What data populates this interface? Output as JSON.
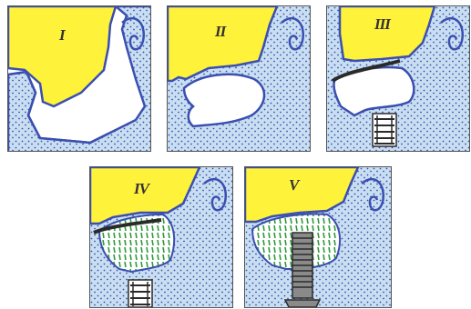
{
  "panels": [
    {
      "label": "I"
    },
    {
      "label": "II"
    },
    {
      "label": "III"
    },
    {
      "label": "IV"
    },
    {
      "label": "V"
    }
  ],
  "colors": {
    "bone_fill": "#c9dff1",
    "outline": "#3a4fb0",
    "dots": "#3a4fb0",
    "yellow": "#fff23a",
    "green": "#2f9a3a",
    "membrane": "#2a2a2a",
    "prosthesis": "#8a8a8a"
  },
  "icons": [
    "bone-stipple",
    "green-hatching",
    "drum-membrane",
    "piston-prosthesis"
  ]
}
